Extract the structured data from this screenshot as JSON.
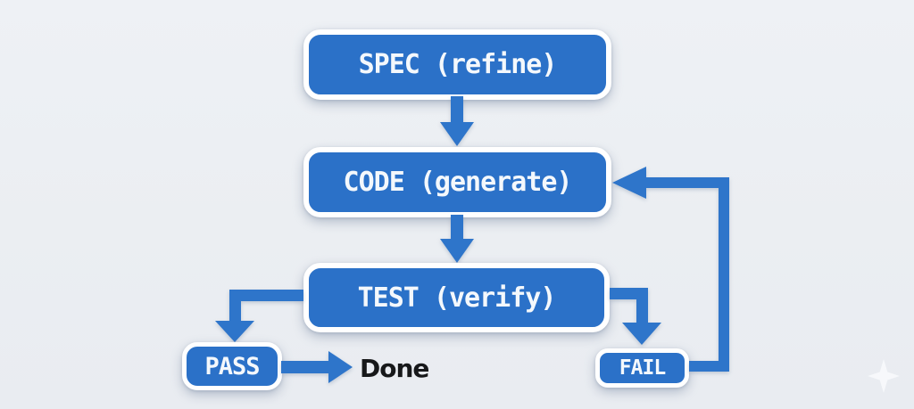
{
  "diagram": {
    "type": "flowchart",
    "nodes": {
      "spec": {
        "label": "SPEC (refine)"
      },
      "code": {
        "label": "CODE (generate)"
      },
      "test": {
        "label": "TEST (verify)"
      },
      "pass": {
        "label": "PASS"
      },
      "fail": {
        "label": "FAIL"
      }
    },
    "terminal": {
      "done_label": "Done"
    },
    "edges": [
      {
        "from": "spec",
        "to": "code"
      },
      {
        "from": "code",
        "to": "test"
      },
      {
        "from": "test",
        "to": "pass",
        "meaning": "tests pass"
      },
      {
        "from": "test",
        "to": "fail",
        "meaning": "tests fail"
      },
      {
        "from": "pass",
        "to": "done"
      },
      {
        "from": "fail",
        "to": "code",
        "meaning": "loop back to regenerate"
      }
    ],
    "icons": {
      "sparkle": "four-pointed-star"
    },
    "colors": {
      "bg": "#eef1f5",
      "node-fill": "#2b71c8",
      "arrow": "#2e75ca",
      "node-border": "#ffffff",
      "node-text": "#f4f8fc",
      "done-text": "#17181a",
      "sparkle": "#fafbfd"
    }
  }
}
